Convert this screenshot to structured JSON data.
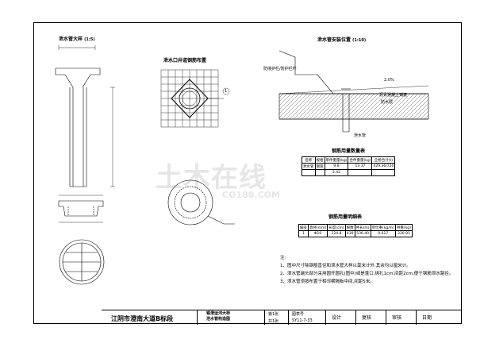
{
  "watermark": {
    "main": "土木在线",
    "sub": "CO188.COM"
  },
  "views": {
    "drain_pipe_detail_title": "泄水管大样",
    "drain_pipe_detail_scale": "(1:5)",
    "grid_title": "泄水口井道钢筋布置",
    "install_title": "泄水管安装位置",
    "install_scale": "(1:10)",
    "install_callout": "泄水管",
    "install_notes": [
      "防撞护栏/防护栏杆",
      "沥青混凝土铺装",
      "防水层"
    ],
    "grade_label": "2.0%",
    "material_table_title": "钢筋用量数量表",
    "rebar_table_title": "钢筋用量明细表",
    "marker_number": "1"
  },
  "material_table": {
    "headers": [
      "名称",
      "规格",
      "单件重量(kg)",
      "合件重量(kg)",
      "全桥合计(t)"
    ],
    "rows": [
      [
        "泄水管",
        "钢管",
        "9.8",
        "13.37",
        "429.36/720"
      ],
      [
        "",
        "",
        "2.42",
        "",
        ""
      ]
    ]
  },
  "rebar_table": {
    "headers": [
      "编号",
      "直径(mm)",
      "长度(cm)",
      "根数",
      "共长(m)",
      "单位重(kg/m)",
      "共重(kg)"
    ],
    "rows": [
      [
        "1",
        "Φ10",
        "124.8",
        "430",
        "536.40",
        "0.617",
        "330.91"
      ]
    ]
  },
  "notes": {
    "title": "注:",
    "items": [
      "1、图中尺寸除钢筋直径和泄水管大样以毫米计外,其余均以厘米计。",
      "2、泄水管端头部分采用圆开圆孔(图中)或是蓬口,绑扎1cm,间距2cm,便于钢筋泄水路径。",
      "3、泄水管须按布置于相邻横隔板中间,间距5米。"
    ]
  },
  "title_block": {
    "project": "江阴市澄南大道B标段",
    "drawing": "锡澄运河大桥\n泄水管构造图",
    "sheet_label": "第1张",
    "total_label": "共1张",
    "fig_no_label": "图表号",
    "fig_no": "SY11-7-33",
    "roles": [
      "设计",
      "复核",
      "审核",
      "日期"
    ]
  }
}
